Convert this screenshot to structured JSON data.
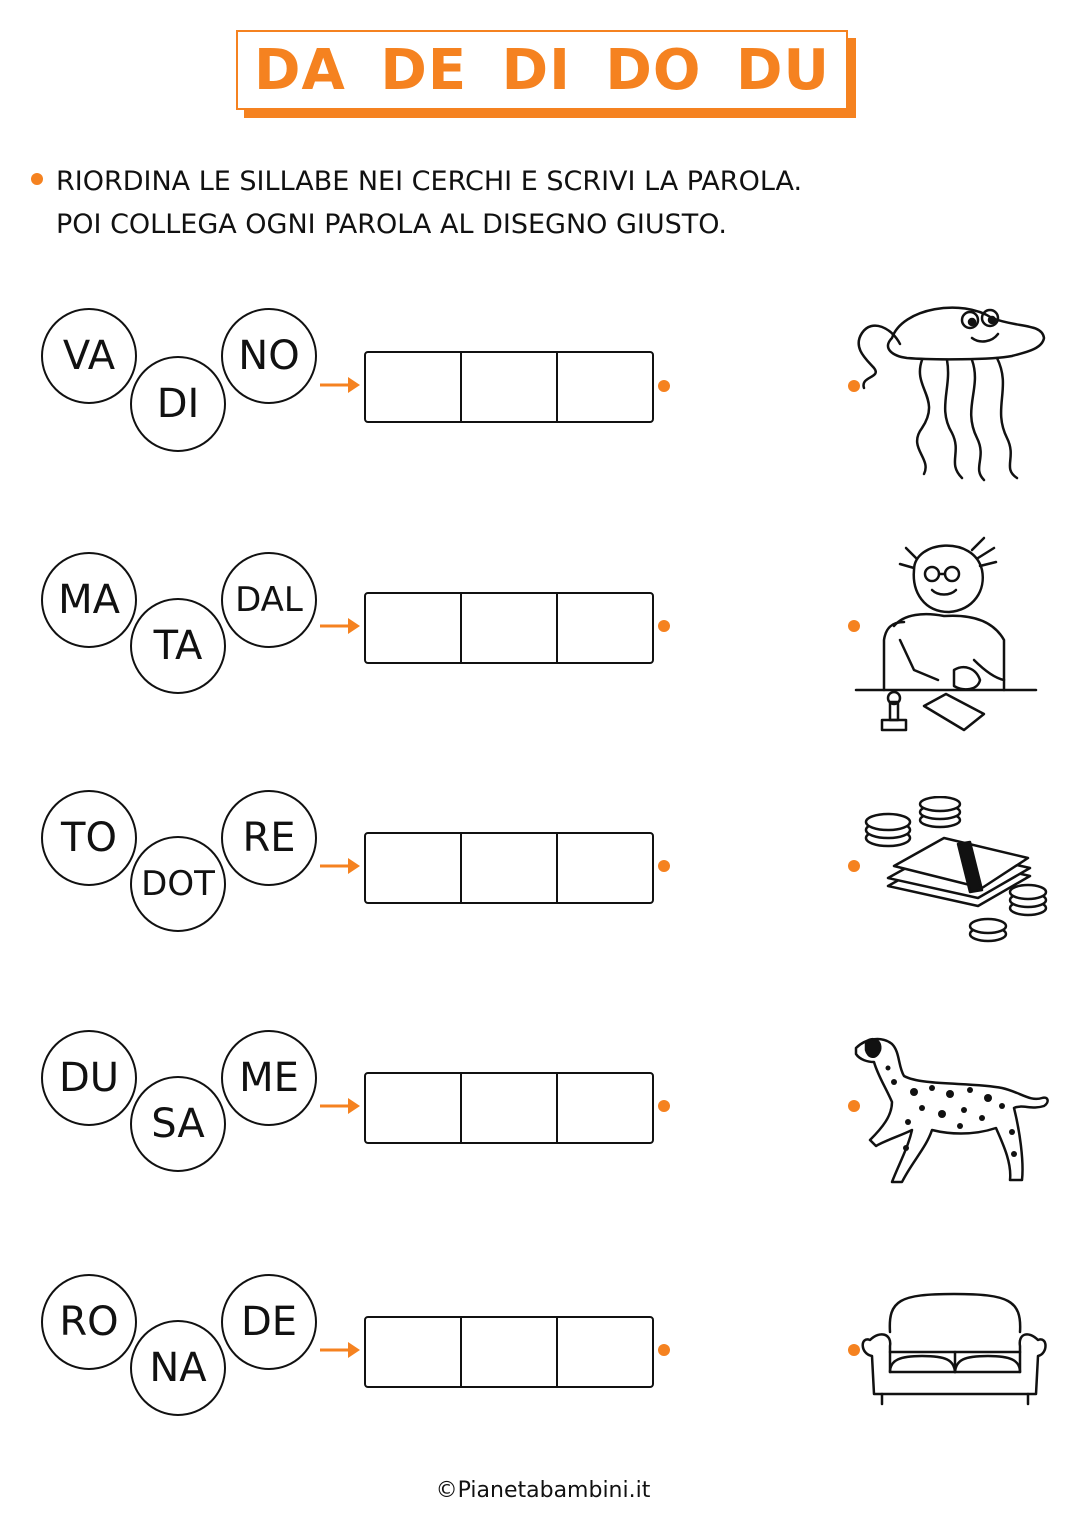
{
  "title": "DA  DE  DI  DO  DU",
  "instructions": {
    "line1": "RIORDINA LE SILLABE NEI CERCHI E SCRIVI LA PAROLA.",
    "line2": "POI COLLEGA OGNI PAROLA AL DISEGNO GIUSTO."
  },
  "exercises": [
    {
      "syllables": [
        "VA",
        "DI",
        "NO"
      ],
      "picture": "jellyfish-drawing"
    },
    {
      "syllables": [
        "MA",
        "TA",
        "DAL"
      ],
      "picture": "notary-drawing"
    },
    {
      "syllables": [
        "TO",
        "DOT",
        "RE"
      ],
      "picture": "money-drawing"
    },
    {
      "syllables": [
        "DU",
        "SA",
        "ME"
      ],
      "picture": "dalmatian-drawing"
    },
    {
      "syllables": [
        "RO",
        "NA",
        "DE"
      ],
      "picture": "sofa-drawing"
    }
  ],
  "footer": "©Pianetabambini.it",
  "colors": {
    "accent": "#f58220",
    "ink": "#111111"
  }
}
